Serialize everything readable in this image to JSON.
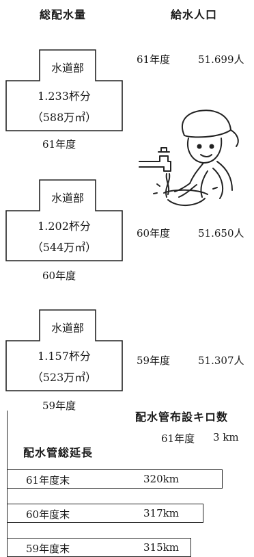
{
  "headers": {
    "total_volume": "総配水量",
    "population": "給水人口",
    "pipe_km": "配水管布設キロ数",
    "pipe_length": "配水管総延長"
  },
  "volumes": [
    {
      "label": "水道部",
      "cups": "1.233杯分",
      "m3": "（588万㎥）",
      "year": "61年度"
    },
    {
      "label": "水道部",
      "cups": "1.202杯分",
      "m3": "（544万㎥）",
      "year": "60年度"
    },
    {
      "label": "水道部",
      "cups": "1.157杯分",
      "m3": "（523万㎥）",
      "year": "59年度"
    }
  ],
  "population": [
    {
      "year": "61年度",
      "value": "51.699人"
    },
    {
      "year": "60年度",
      "value": "51.650人"
    },
    {
      "year": "59年度",
      "value": "51.307人"
    }
  ],
  "pipe_km": {
    "year": "61年度",
    "value": "3 km"
  },
  "lengths": [
    {
      "year": "61年度末",
      "value": "320km",
      "km": 320
    },
    {
      "year": "60年度末",
      "value": "317km",
      "km": 317
    },
    {
      "year": "59年度末",
      "value": "315km",
      "km": 315
    }
  ],
  "illustration": {
    "icon": "girl-washing-at-faucet-icon"
  }
}
